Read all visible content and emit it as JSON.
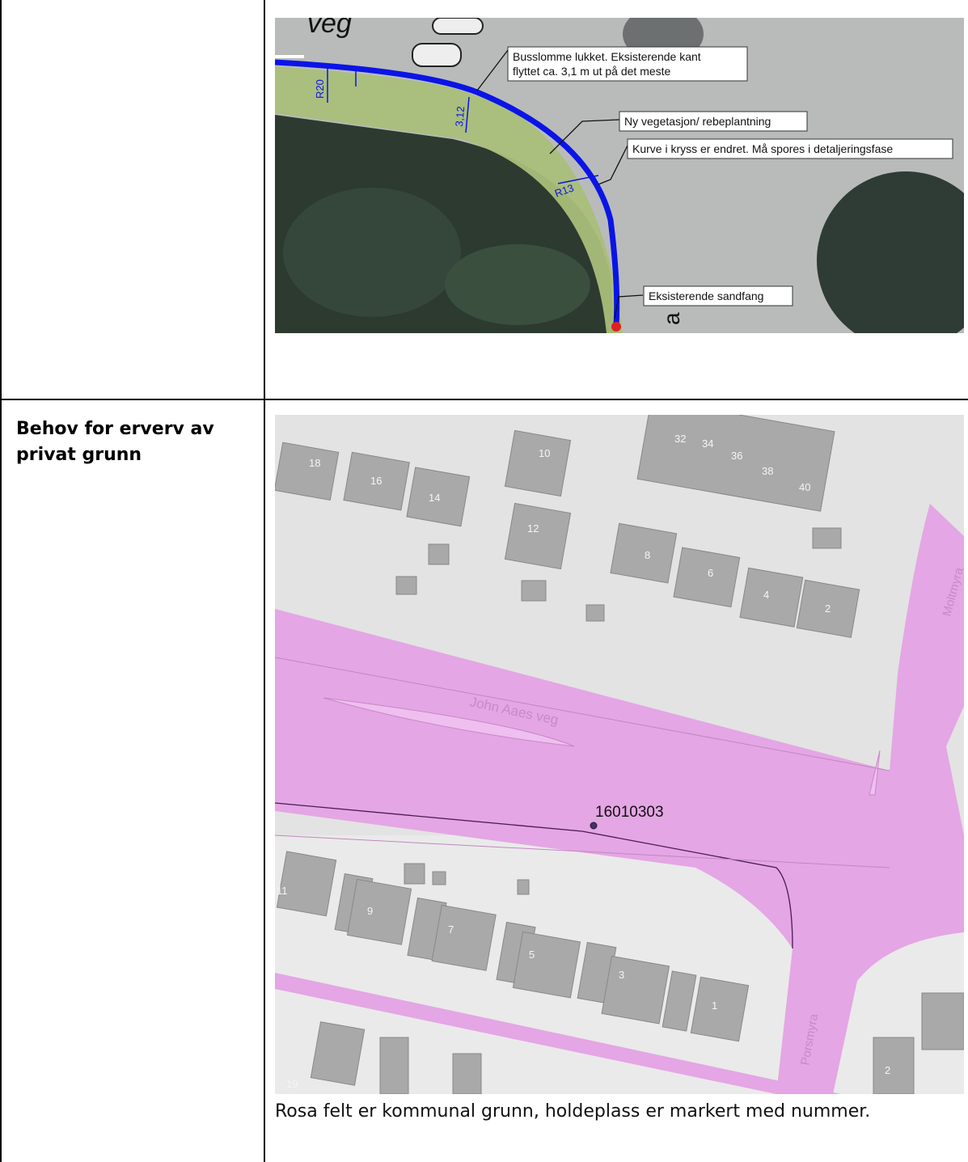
{
  "row1": {
    "aerial": {
      "road_name_fragment": "veg",
      "dims": [
        "R20",
        "3,12",
        "R13"
      ],
      "callouts": [
        {
          "line1": "Busslomme lukket. Eksisterende kant",
          "line2": "flyttet ca. 3,1 m ut på det meste"
        },
        {
          "line1": "Ny vegetasjon/ rebeplantning",
          "line2": ""
        },
        {
          "line1": "Kurve i kryss er endret. Må spores i detaljeringsfase",
          "line2": ""
        },
        {
          "line1": "Eksisterende sandfang",
          "line2": ""
        }
      ],
      "bottom_fragment": "a"
    }
  },
  "row2": {
    "label": "Behov for erverv av privat grunn",
    "map": {
      "road_main": "John Aaes veg",
      "road_right": "Moltmyra",
      "road_bottom": "Porsmyra",
      "stop_id": "16010303",
      "house_numbers": {
        "n32": "32",
        "n34": "34",
        "n36": "36",
        "n38": "38",
        "n40": "40",
        "n18": "18",
        "n16": "16",
        "n14": "14",
        "n10": "10",
        "n12": "12",
        "n8": "8",
        "n6": "6",
        "n4": "4",
        "n2": "2",
        "n11": "11",
        "n9": "9",
        "n7": "7",
        "n5": "5",
        "n3": "3",
        "n1": "1",
        "n19": "19",
        "n2b": "2"
      }
    },
    "caption": "Rosa felt er kommunal grunn, holdeplass er markert med nummer."
  },
  "colors": {
    "municipal": "#e4a6e4",
    "curb": "#0a14e6",
    "verge": "#a9be7a"
  }
}
